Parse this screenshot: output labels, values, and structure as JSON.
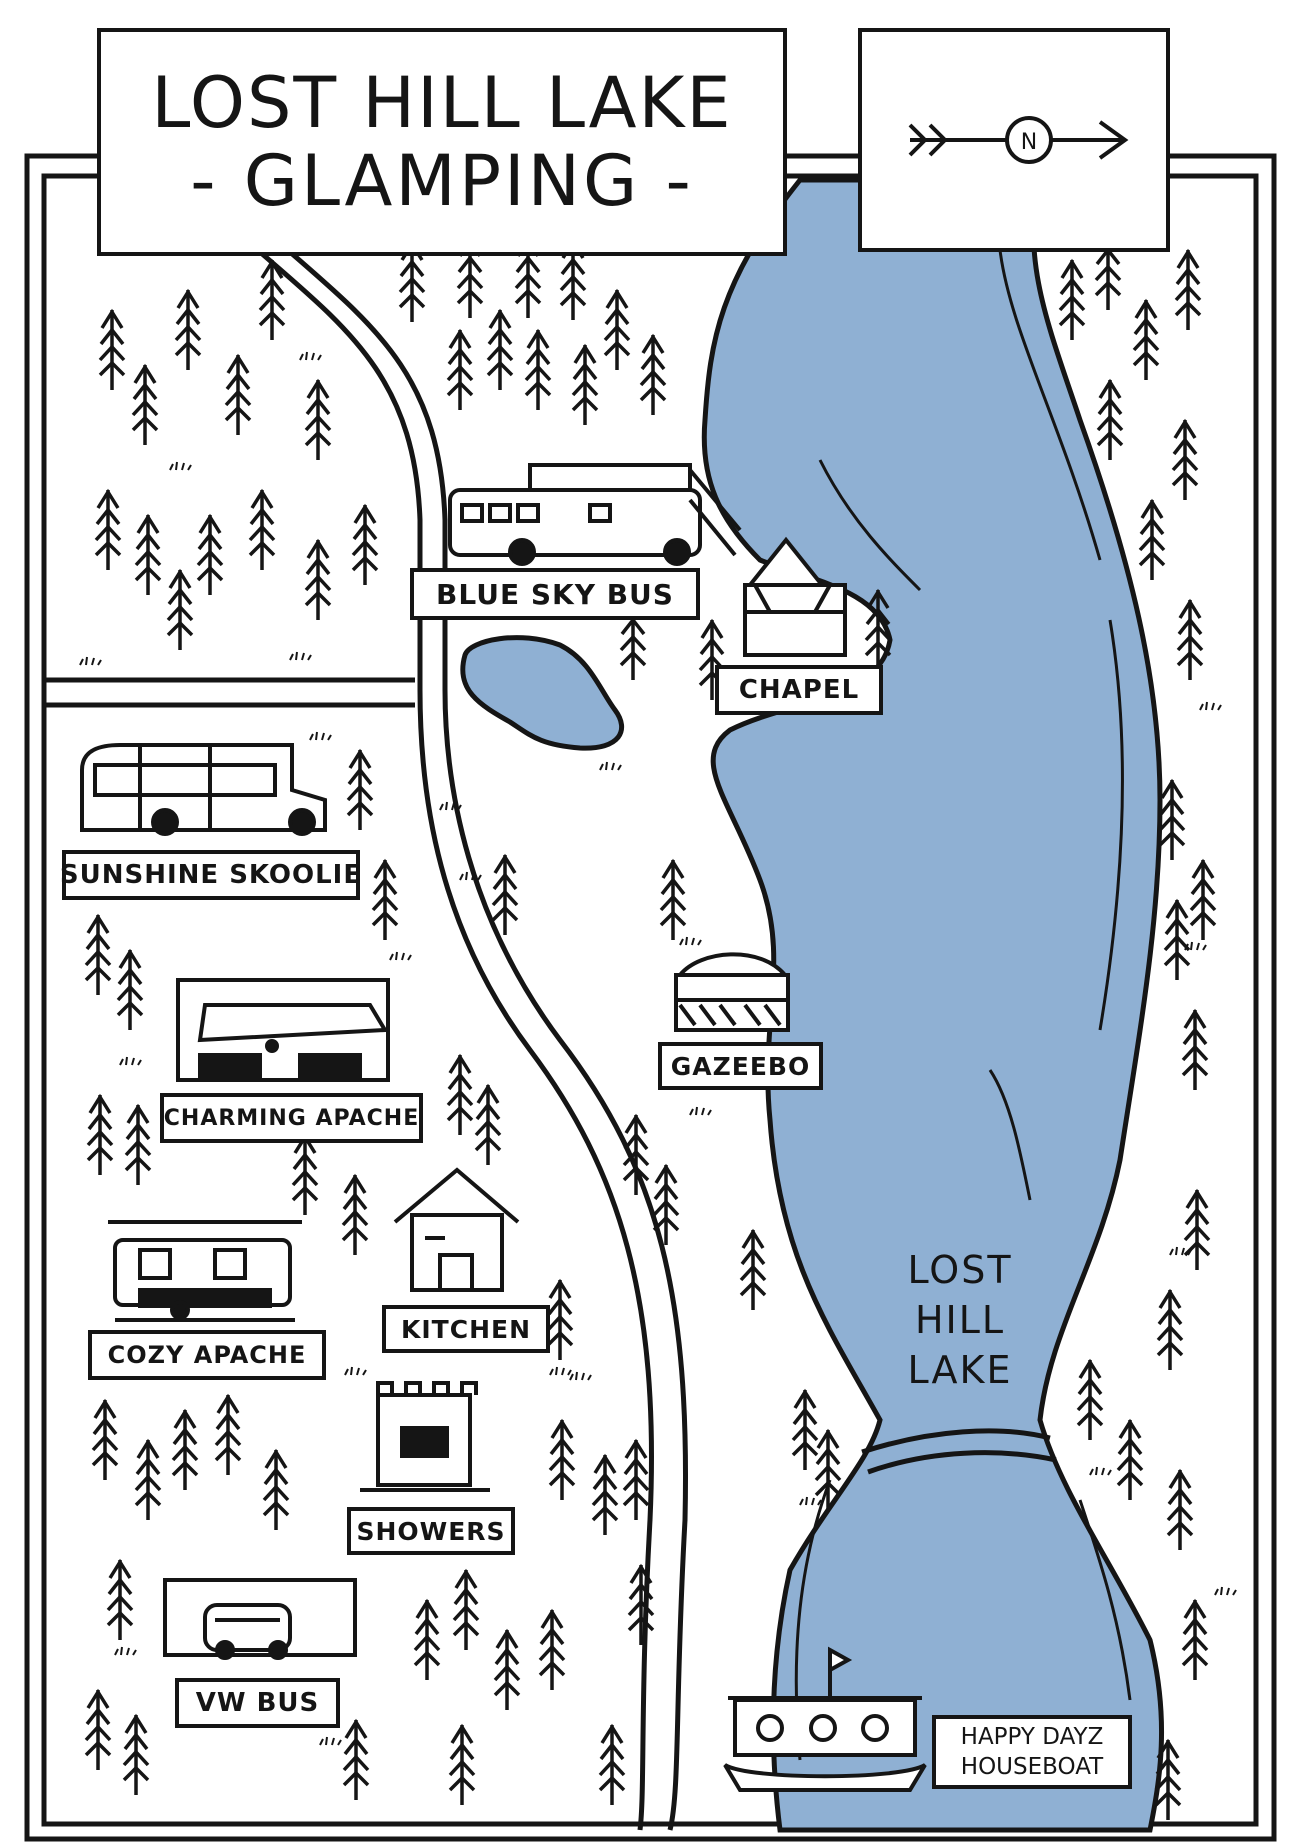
{
  "title": {
    "line1": "LOST HILL LAKE",
    "line2": "- GLAMPING -"
  },
  "compass": {
    "letter": "N",
    "icon": "compass-icon"
  },
  "lake": {
    "label_line1": "LOST HILL",
    "label_line2": "LAKE",
    "color": "#8fb0d3"
  },
  "colors": {
    "ink": "#151515",
    "paper": "#ffffff",
    "water": "#8fb0d3"
  },
  "places": [
    {
      "id": "blue-sky-bus",
      "label": "BLUE SKY BUS",
      "icon": "bus-icon"
    },
    {
      "id": "chapel",
      "label": "CHAPEL",
      "icon": "chapel-icon"
    },
    {
      "id": "sunshine-skoolie",
      "label": "SUNSHINE SKOOLIE",
      "icon": "school-bus-icon"
    },
    {
      "id": "gazeebo",
      "label": "GAZEEBO",
      "icon": "gazebo-icon"
    },
    {
      "id": "charming-apache",
      "label": "CHARMING APACHE",
      "icon": "camper-icon"
    },
    {
      "id": "kitchen",
      "label": "KITCHEN",
      "icon": "cabin-icon"
    },
    {
      "id": "cozy-apache",
      "label": "COZY APACHE",
      "icon": "camper-icon"
    },
    {
      "id": "showers",
      "label": "SHOWERS",
      "icon": "shower-house-icon"
    },
    {
      "id": "vw-bus",
      "label": "VW BUS",
      "icon": "van-icon"
    },
    {
      "id": "happy-dayz-houseboat",
      "label_line1": "HAPPY DAYZ",
      "label_line2": "HOUSEBOAT",
      "icon": "houseboat-icon"
    }
  ]
}
